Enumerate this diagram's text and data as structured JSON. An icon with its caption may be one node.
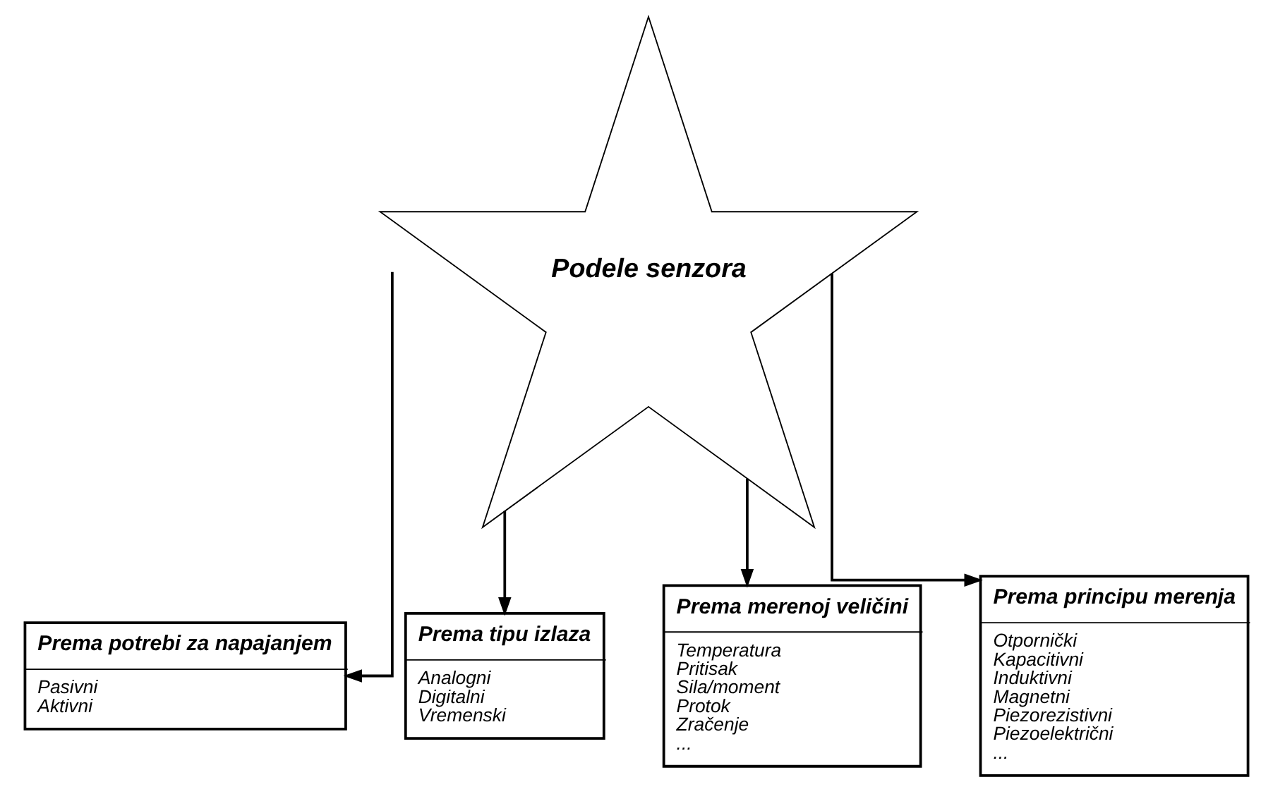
{
  "diagram": {
    "nodes": [
      {
        "text": [
          "Podele senzora"
        ]
      },
      {
        "text": [
          "Prema potrebi za napajanjem",
          "Pasivni",
          "Aktivni"
        ]
      },
      {
        "text": [
          "Prema tipu izlaza",
          "Analogni",
          "Digitalni",
          "Vremenski"
        ]
      },
      {
        "text": [
          "Prema merenoj veličini",
          "Temperatura",
          "Pritisak",
          "Sila/moment",
          "Protok",
          "Zračenje",
          "..."
        ]
      },
      {
        "text": [
          "Prema principu merenja",
          "Otpornički",
          "Kapacitivni",
          "Induktivni",
          "Magnetni",
          "Piezorezistivni",
          "Piezoelektrični",
          "..."
        ]
      }
    ],
    "edges": [
      {
        "from": 0,
        "to": 1,
        "arrow": "to"
      },
      {
        "from": 0,
        "to": 2,
        "arrow": "to"
      },
      {
        "from": 0,
        "to": 3,
        "arrow": "to"
      },
      {
        "from": 0,
        "to": 4,
        "arrow": "to"
      }
    ]
  }
}
